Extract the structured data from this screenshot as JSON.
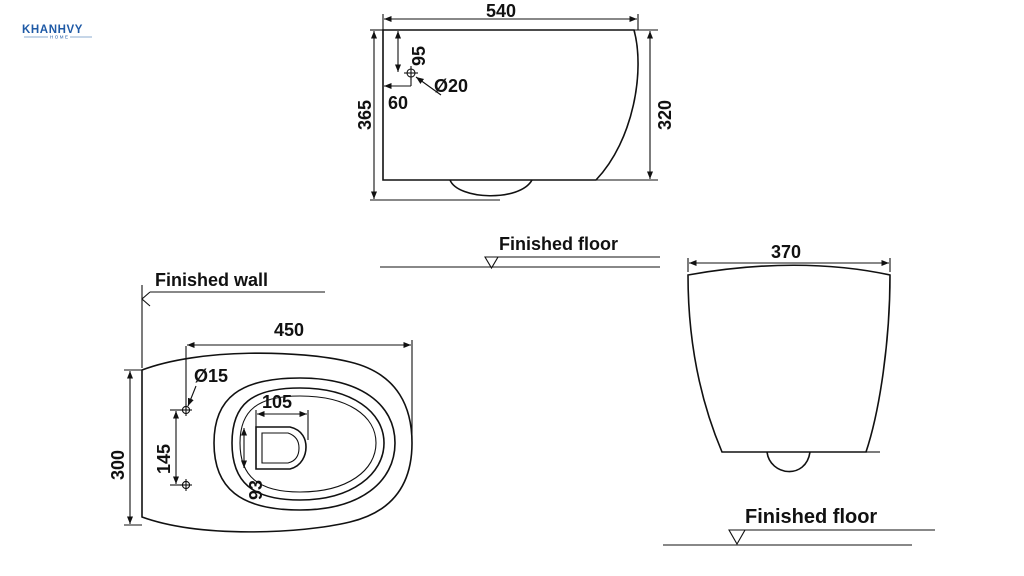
{
  "logo": {
    "name": "KHANHVY",
    "tagline": "HOME",
    "color": "#1f5aa6"
  },
  "side_view": {
    "width": "540",
    "height_left": "365",
    "height_right": "320",
    "inlet_offset_top": "95",
    "inlet_offset_left": "60",
    "inlet_diameter": "Ø20",
    "floor_label": "Finished floor"
  },
  "plan_view": {
    "wall_label": "Finished wall",
    "length": "450",
    "width": "300",
    "bolt_diameter": "Ø15",
    "bolt_spacing": "145",
    "outlet_width": "105",
    "outlet_depth": "93"
  },
  "front_view": {
    "width": "370",
    "floor_label": "Finished floor"
  }
}
